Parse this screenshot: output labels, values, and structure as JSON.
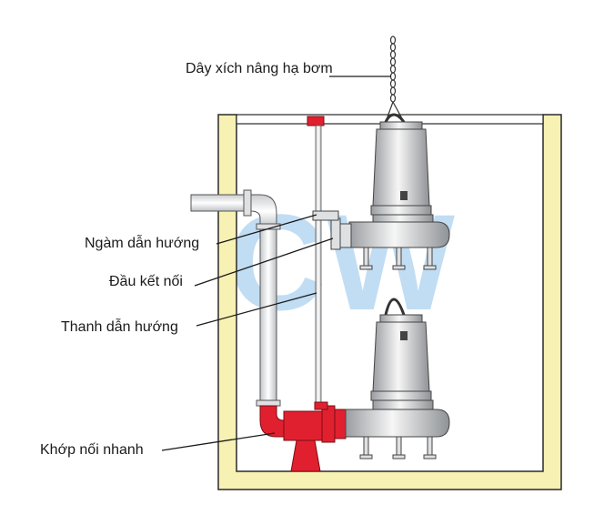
{
  "labels": {
    "chain": "Dây xích nâng hạ bơm",
    "guide_bracket": "Ngàm dẫn hướng",
    "connector_head": "Đầu kết nối",
    "guide_rail": "Thanh dẫn hướng",
    "quick_coupling": "Khớp nối nhanh"
  },
  "watermark": "CW",
  "colors": {
    "pit_wall": "#f7f1b3",
    "pit_outline": "#2a2a2a",
    "coupling_red": "#e1202f",
    "pump_metal": "#e9eaeb",
    "watermark": "#a8cfee"
  }
}
